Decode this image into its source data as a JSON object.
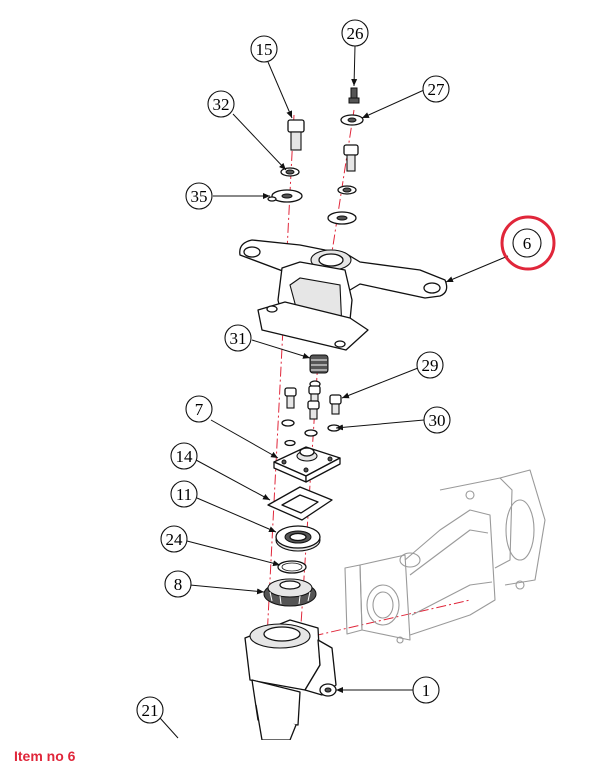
{
  "diagram": {
    "callouts": [
      {
        "label": "15"
      },
      {
        "label": "26"
      },
      {
        "label": "32"
      },
      {
        "label": "27"
      },
      {
        "label": "35"
      },
      {
        "label": "6"
      },
      {
        "label": "31"
      },
      {
        "label": "29"
      },
      {
        "label": "7"
      },
      {
        "label": "30"
      },
      {
        "label": "14"
      },
      {
        "label": "11"
      },
      {
        "label": "24"
      },
      {
        "label": "8"
      },
      {
        "label": "1"
      },
      {
        "label": "21"
      }
    ],
    "highlight_color": "#e0263a"
  },
  "caption": {
    "text": "Item no 6",
    "color": "#e0263a"
  }
}
